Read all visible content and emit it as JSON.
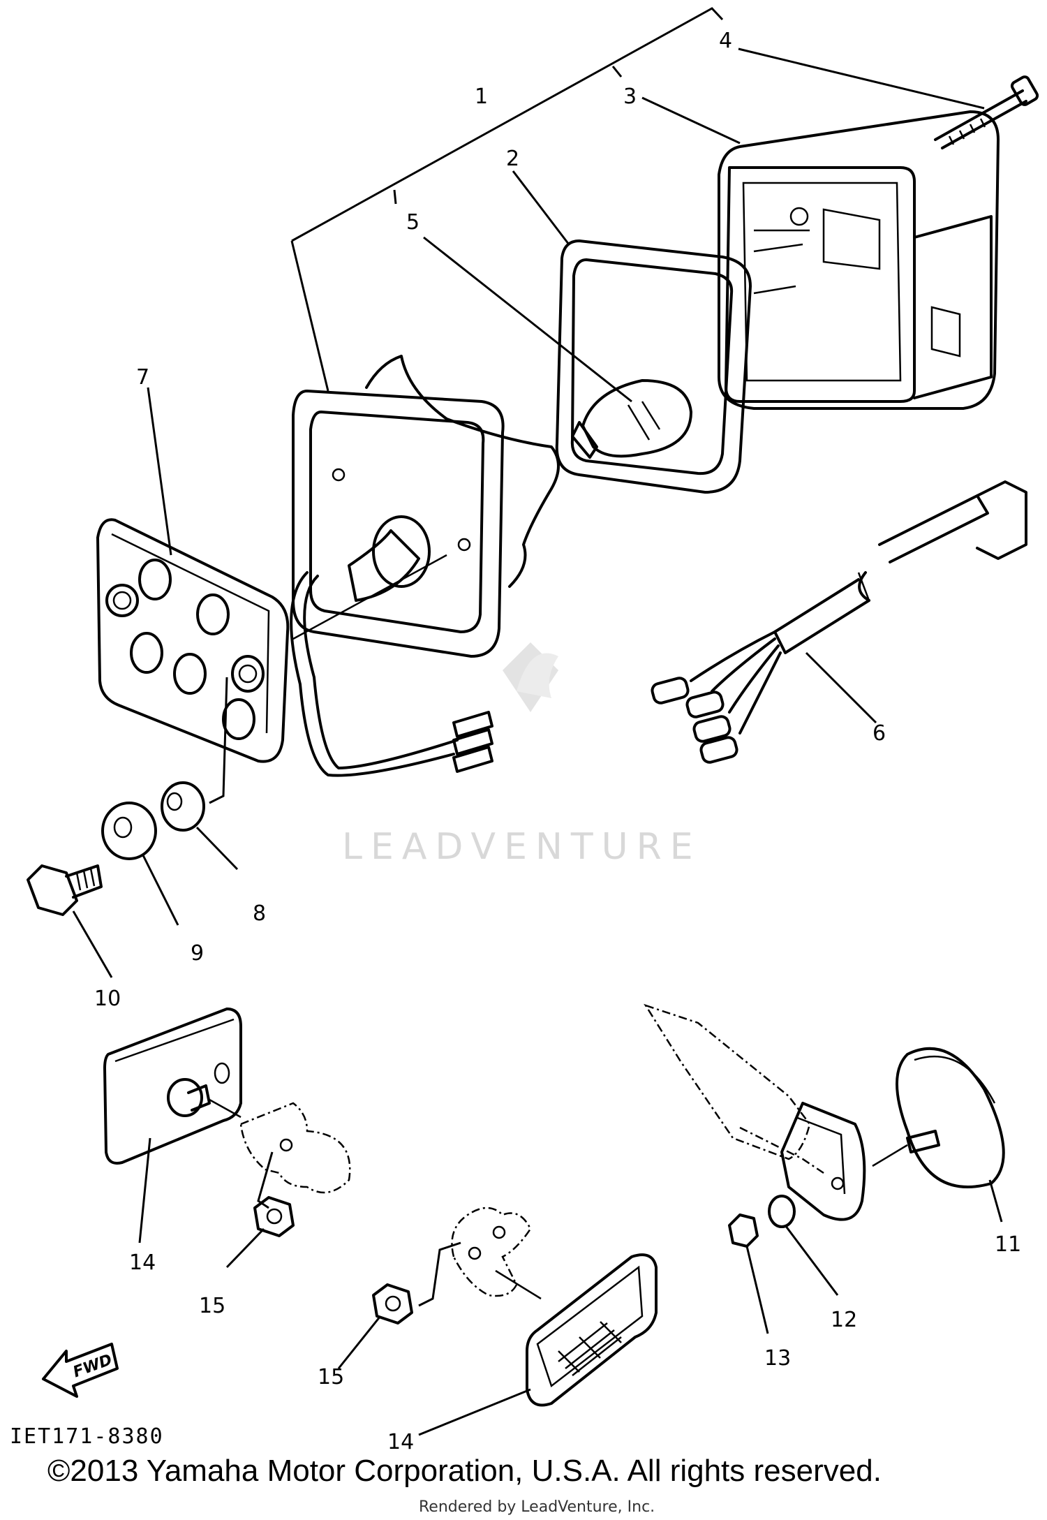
{
  "diagram": {
    "callouts": [
      "1",
      "2",
      "3",
      "4",
      "5",
      "6",
      "7",
      "8",
      "9",
      "10",
      "11",
      "12",
      "13",
      "14",
      "15",
      "14",
      "15"
    ],
    "diagram_code": "IET171-8380",
    "fwd_label": "FWD",
    "watermark": "LEADVENTURE"
  },
  "footer": {
    "copyright": "©2013 Yamaha Motor Corporation, U.S.A. All rights reserved.",
    "rendered_by": "Rendered by LeadVenture, Inc."
  }
}
